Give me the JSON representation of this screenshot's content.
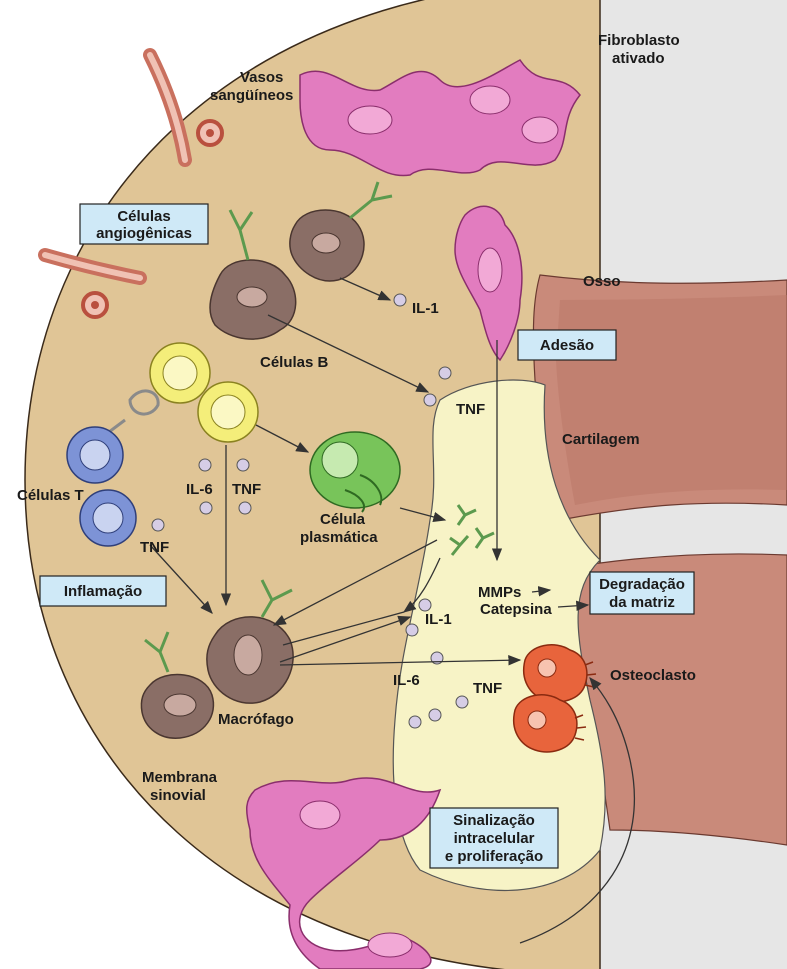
{
  "labels": {
    "fibroblasto": [
      "Fibroblasto",
      "ativado"
    ],
    "vasos": [
      "Vasos",
      "sangüíneos"
    ],
    "celulas_b": "Células B",
    "celulas_t": "Células T",
    "il1_top": "IL-1",
    "tnf_mid": "TNF",
    "osso": "Osso",
    "cartilagem": "Cartilagem",
    "il6_left": "IL-6",
    "tnf_left": "TNF",
    "tnf_tcell": "TNF",
    "plasmatica": [
      "Célula",
      "plasmática"
    ],
    "mmps": "MMPs",
    "catepsina": "Catepsina",
    "il1_bottom": "IL-1",
    "il6_bottom": "IL-6",
    "tnf_bottom": "TNF",
    "osteoclasto": "Osteoclasto",
    "macrofago": "Macrófago",
    "membrana": [
      "Membrana",
      "sinovial"
    ]
  },
  "boxes": {
    "angiogenicas": [
      "Células",
      "angiogênicas"
    ],
    "adesao": "Adesão",
    "inflamacao": "Inflamação",
    "degradacao": [
      "Degradação",
      "da matriz"
    ],
    "sinalizacao": [
      "Sinalização",
      "intracelular",
      "e proliferação"
    ]
  },
  "colors": {
    "synovium": "#e0c596",
    "fluid": "#f7f3c6",
    "bone": "#c98a7a",
    "bone_gray": "#e6e6e6",
    "fibroblast": "#e27cbf",
    "b_cell": "#f4ee7a",
    "t_cell": "#7d93d6",
    "plasma": "#78c45a",
    "macrophage": "#8a6e66",
    "osteoclast": "#e8643c",
    "box_fill": "#cfe9f7"
  }
}
